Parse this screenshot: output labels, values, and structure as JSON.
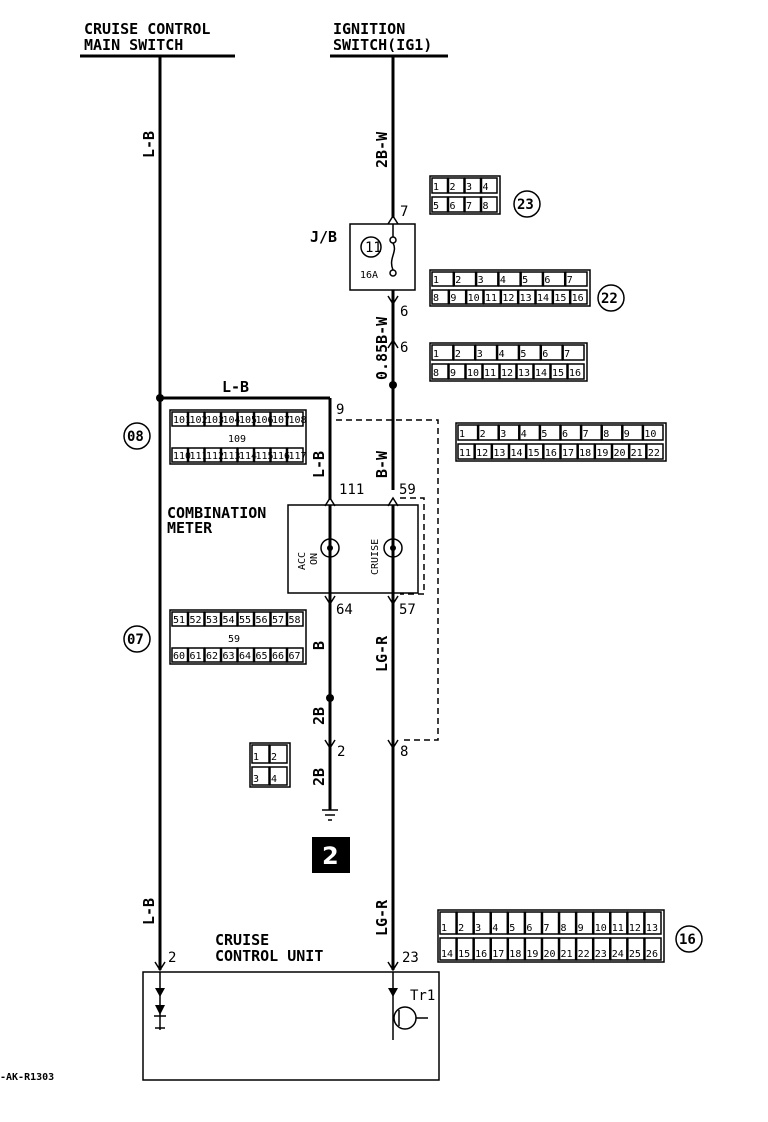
{
  "headers": {
    "cruise_main_1": "CRUISE CONTROL",
    "cruise_main_2": "MAIN SWITCH",
    "ignition_1": "IGNITION",
    "ignition_2": "SWITCH(IG1)"
  },
  "wires": {
    "left_top": "L-B",
    "ig_top": "2B-W",
    "ig_mid": "0.85B-W",
    "branch_lb": "L-B",
    "meter_in_left": "L-B",
    "meter_in_right": "B-W",
    "meter_out_left": "B",
    "meter_out_right": "LG-R",
    "ground_wire_1": "2B",
    "ground_wire_2": "2B",
    "left_bottom": "L-B",
    "right_bottom": "LG-R"
  },
  "pins": {
    "p7": "7",
    "p6a": "6",
    "p6b": "6",
    "p9": "9",
    "p111": "111",
    "p59": "59",
    "p64": "64",
    "p57": "57",
    "p2g": "2",
    "p8": "8",
    "p2u": "2",
    "p23": "23"
  },
  "jb": {
    "label": "J/B",
    "fuse_num": "11",
    "fuse_amp": "16A"
  },
  "meter": {
    "title_1": "COMBINATION",
    "title_2": "METER",
    "acc_1": "ACC",
    "acc_2": "ON",
    "cruise": "CRUISE"
  },
  "unit": {
    "title_1": "CRUISE",
    "title_2": "CONTROL UNIT",
    "tr": "Tr1"
  },
  "ground_tag": "2",
  "figure_code": "-AK-R1303",
  "connector_ids": {
    "c23": "23",
    "c22": "22",
    "c08": "08",
    "c07": "07",
    "c16": "16"
  },
  "connectors": {
    "c23": {
      "r1": [
        "1",
        "2",
        "3",
        "4"
      ],
      "r2": [
        "5",
        "6",
        "7",
        "8"
      ]
    },
    "c22": {
      "r1": [
        "1",
        "2",
        "3",
        "4",
        "5",
        "6",
        "7"
      ],
      "r2": [
        "8",
        "9",
        "10",
        "11",
        "12",
        "13",
        "14",
        "15",
        "16"
      ]
    },
    "c22b": {
      "r1": [
        "1",
        "2",
        "3",
        "4",
        "5",
        "6",
        "7"
      ],
      "r2": [
        "8",
        "9",
        "10",
        "11",
        "12",
        "13",
        "14",
        "15",
        "16"
      ]
    },
    "c_combo": {
      "r1": [
        "1",
        "2",
        "3",
        "4",
        "5",
        "6",
        "7",
        "8",
        "9",
        "10"
      ],
      "r2": [
        "11",
        "12",
        "13",
        "14",
        "15",
        "16",
        "17",
        "18",
        "19",
        "20",
        "21",
        "22"
      ]
    },
    "c08": {
      "r1": [
        "101",
        "102",
        "103",
        "104",
        "105",
        "106",
        "107",
        "108"
      ],
      "mid": "109",
      "r2": [
        "110",
        "111",
        "112",
        "113",
        "114",
        "115",
        "116",
        "117"
      ]
    },
    "c07": {
      "r1": [
        "51",
        "52",
        "53",
        "54",
        "55",
        "56",
        "57",
        "58"
      ],
      "mid": "59",
      "r2": [
        "60",
        "61",
        "62",
        "63",
        "64",
        "65",
        "66",
        "67"
      ]
    },
    "c_gnd": {
      "r1": [
        "1",
        "2"
      ],
      "r2": [
        "3",
        "4"
      ]
    },
    "c16": {
      "r1": [
        "1",
        "2",
        "3",
        "4",
        "5",
        "6",
        "7",
        "8",
        "9",
        "10",
        "11",
        "12",
        "13"
      ],
      "r2": [
        "14",
        "15",
        "16",
        "17",
        "18",
        "19",
        "20",
        "21",
        "22",
        "23",
        "24",
        "25",
        "26"
      ]
    }
  }
}
